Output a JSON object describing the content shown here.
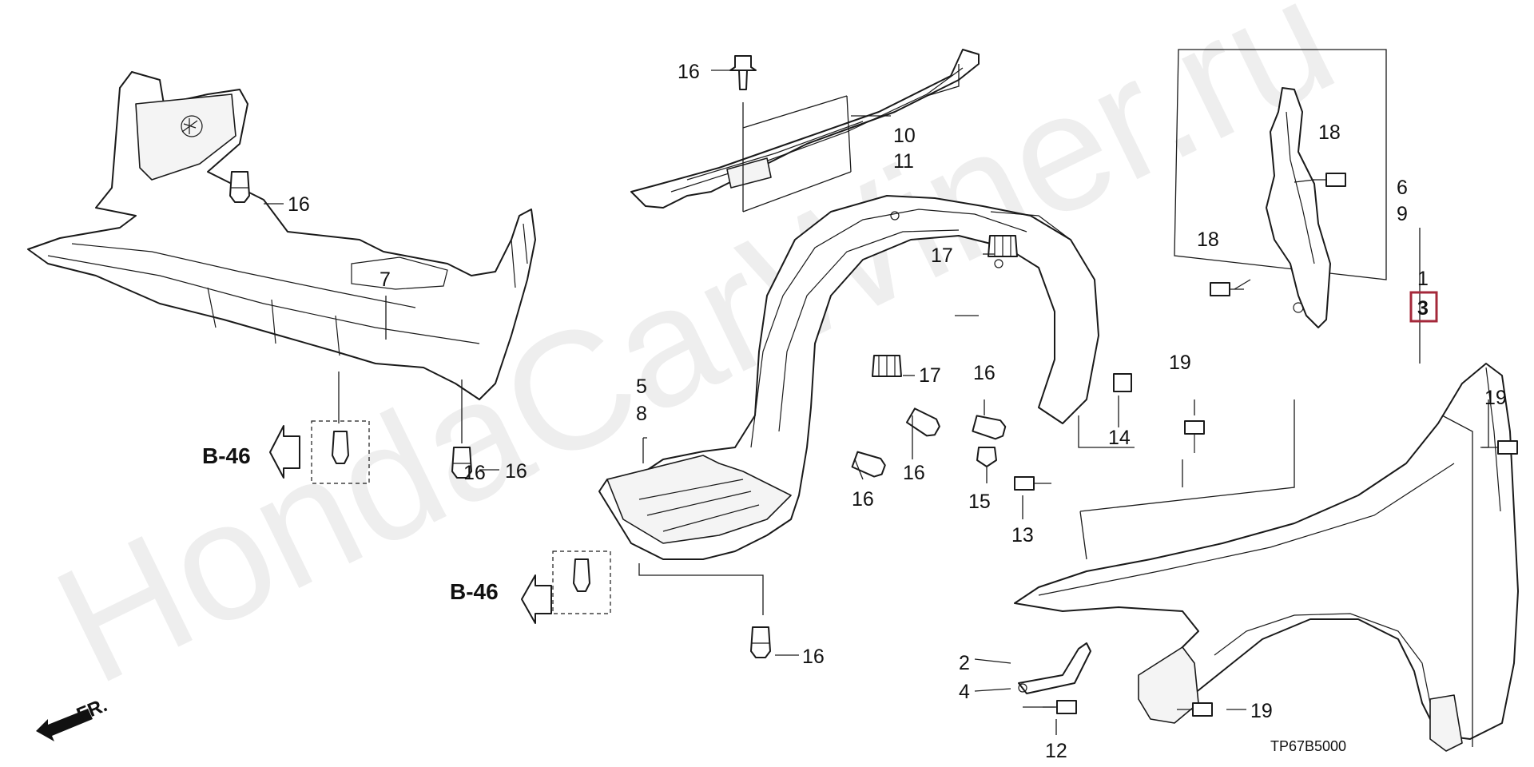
{
  "watermark": "HondaCarWiner.ru",
  "diagram_code": "TP67B5000",
  "front_indicator": "FR.",
  "reference_labels": [
    "B-46",
    "B-46"
  ],
  "highlighted_part": "3",
  "callouts": {
    "c16_a": "16",
    "c16_b": "16",
    "c16_c": "16",
    "c16_d": "16",
    "c16_e": "16",
    "c16_f": "16",
    "c16_g": "16",
    "c16_h": "16",
    "c7": "7",
    "c10": "10",
    "c11": "11",
    "c5": "5",
    "c8": "8",
    "c17_a": "17",
    "c17_b": "17",
    "c14": "14",
    "c15": "15",
    "c13": "13",
    "c19_a": "19",
    "c19_b": "19",
    "c19_c": "19",
    "c18_a": "18",
    "c18_b": "18",
    "c6": "6",
    "c9": "9",
    "c1": "1",
    "c2": "2",
    "c4": "4",
    "c12": "12"
  }
}
